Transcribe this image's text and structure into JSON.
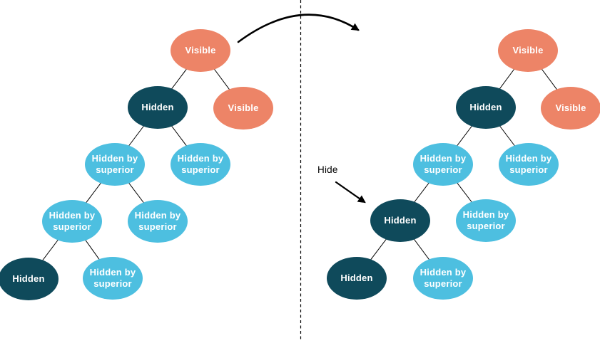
{
  "palette": {
    "visible": "#ED8467",
    "hidden": "#0F4A5B",
    "hidden_by_superior": "#4DBFE0",
    "node_text": "#FFFFFF",
    "edge": "#000000",
    "annotation_text": "#000000",
    "background": "#FFFFFF"
  },
  "annotation": {
    "hide_label": "Hide"
  },
  "trees": {
    "left": {
      "nodes": [
        {
          "id": "1",
          "parent": null,
          "label": "Visible",
          "state": "visible"
        },
        {
          "id": "1.1",
          "parent": "1",
          "label": "Hidden",
          "state": "hidden"
        },
        {
          "id": "1.2",
          "parent": "1",
          "label": "Visible",
          "state": "visible"
        },
        {
          "id": "1.1.1",
          "parent": "1.1",
          "label": "Hidden by superior",
          "state": "hidden_by_superior"
        },
        {
          "id": "1.1.2",
          "parent": "1.1",
          "label": "Hidden by superior",
          "state": "hidden_by_superior"
        },
        {
          "id": "1.1.1.1",
          "parent": "1.1.1",
          "label": "Hidden by superior",
          "state": "hidden_by_superior"
        },
        {
          "id": "1.1.1.2",
          "parent": "1.1.1",
          "label": "Hidden by superior",
          "state": "hidden_by_superior"
        },
        {
          "id": "1.1.1.1.1",
          "parent": "1.1.1.1",
          "label": "Hidden",
          "state": "hidden"
        },
        {
          "id": "1.1.1.1.2",
          "parent": "1.1.1.1",
          "label": "Hidden by superior",
          "state": "hidden_by_superior"
        }
      ]
    },
    "right": {
      "nodes": [
        {
          "id": "1",
          "parent": null,
          "label": "Visible",
          "state": "visible"
        },
        {
          "id": "1.1",
          "parent": "1",
          "label": "Hidden",
          "state": "hidden"
        },
        {
          "id": "1.2",
          "parent": "1",
          "label": "Visible",
          "state": "visible"
        },
        {
          "id": "1.1.1",
          "parent": "1.1",
          "label": "Hidden by superior",
          "state": "hidden_by_superior"
        },
        {
          "id": "1.1.2",
          "parent": "1.1",
          "label": "Hidden by superior",
          "state": "hidden_by_superior"
        },
        {
          "id": "1.1.1.1",
          "parent": "1.1.1",
          "label": "Hidden",
          "state": "hidden"
        },
        {
          "id": "1.1.1.2",
          "parent": "1.1.1",
          "label": "Hidden by superior",
          "state": "hidden_by_superior"
        },
        {
          "id": "1.1.1.1.1",
          "parent": "1.1.1.1",
          "label": "Hidden",
          "state": "hidden"
        },
        {
          "id": "1.1.1.1.2",
          "parent": "1.1.1.1",
          "label": "Hidden by superior",
          "state": "hidden_by_superior"
        }
      ]
    }
  }
}
